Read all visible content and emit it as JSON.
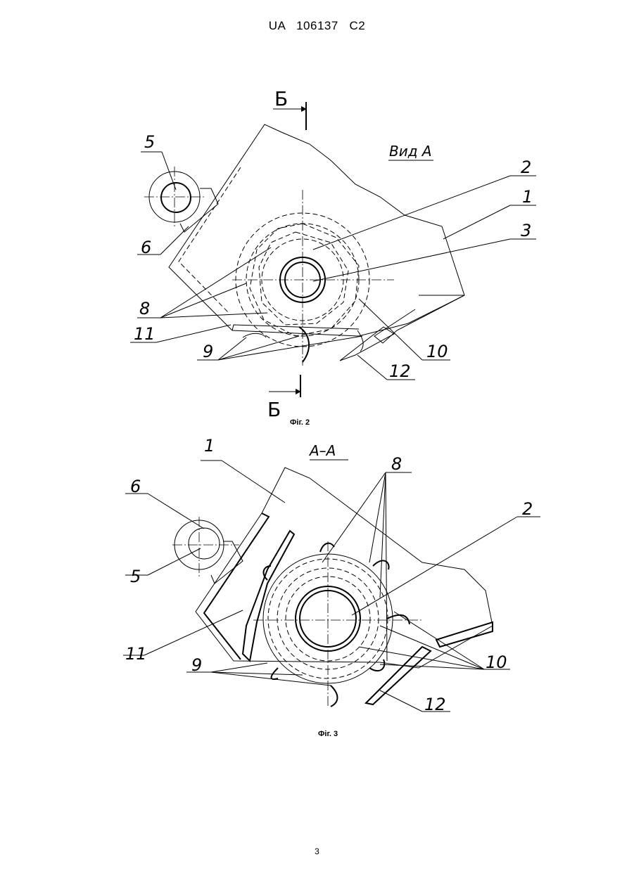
{
  "header": {
    "text": "UA   106137   C2"
  },
  "figure2": {
    "caption": "Фіг. 2",
    "view_label": "Вид А",
    "section_marks": [
      "Б",
      "Б"
    ],
    "labels": [
      "5",
      "6",
      "2",
      "1",
      "3",
      "8",
      "11",
      "9",
      "10",
      "12"
    ]
  },
  "figure3": {
    "caption": "Фіг. 3",
    "view_label": "А–А",
    "labels": [
      "1",
      "6",
      "5",
      "8",
      "2",
      "11",
      "9",
      "10",
      "12"
    ]
  },
  "page_number": "3"
}
